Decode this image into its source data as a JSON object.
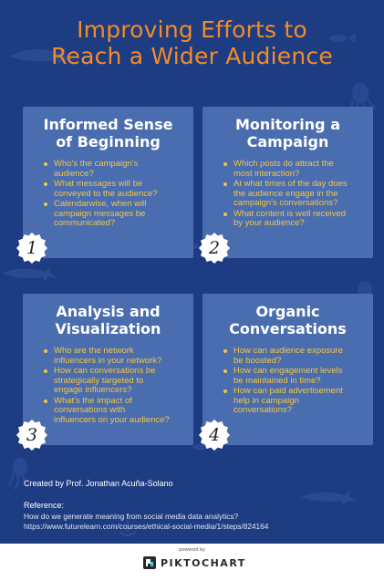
{
  "title": {
    "line1": "Improving Efforts to",
    "line2": "Reach a Wider Audience"
  },
  "cards": [
    {
      "title": [
        "Informed Sense",
        "of Beginning"
      ],
      "bullets": [
        "Who's the campaign's\naudience?",
        "What messages will be\nconveyed to the audience?",
        "Calendarwise, when will\ncampaign messages be\ncommunicated?"
      ],
      "number": "1"
    },
    {
      "title": [
        "Monitoring a",
        "Campaign"
      ],
      "bullets": [
        "Which posts do attract the\nmost interaction?",
        "At what times of the day does\nthe audience engage in the\ncampaign's conversations?",
        "What content is well received\nby your audience?"
      ],
      "number": "2"
    },
    {
      "title": [
        "Analysis and",
        "Visualization"
      ],
      "bullets": [
        "Who are the network\ninfluencers in your network?",
        "How can conversations be\nstrategically targeted to\nengage influencers?",
        "What's the impact of\nconversations with\ninfluencers on your audience?"
      ],
      "number": "3"
    },
    {
      "title": [
        "Organic",
        "Conversations"
      ],
      "bullets": [
        "How can audience exposure\nbe boosted?",
        "How can engagement levels\nbe maintained in time?",
        "How can paid advertisement\nhelp in campaign\nconversations?"
      ],
      "number": "4"
    }
  ],
  "credit": "Created by  Prof. Jonathan Acuña-Solano",
  "reference": {
    "label": "Reference:",
    "line1": "How do we generate meaning from social media data analytics?",
    "line2": "https://www.futurelearn.com/courses/ethical-social-media/1/steps/824164"
  },
  "footer": {
    "powered": "powered by",
    "brand": "PIKTOCHART"
  },
  "colors": {
    "background": "#1e3c82",
    "card": "#4a6db0",
    "title": "#f28c28",
    "bullet": "#f5c542"
  }
}
